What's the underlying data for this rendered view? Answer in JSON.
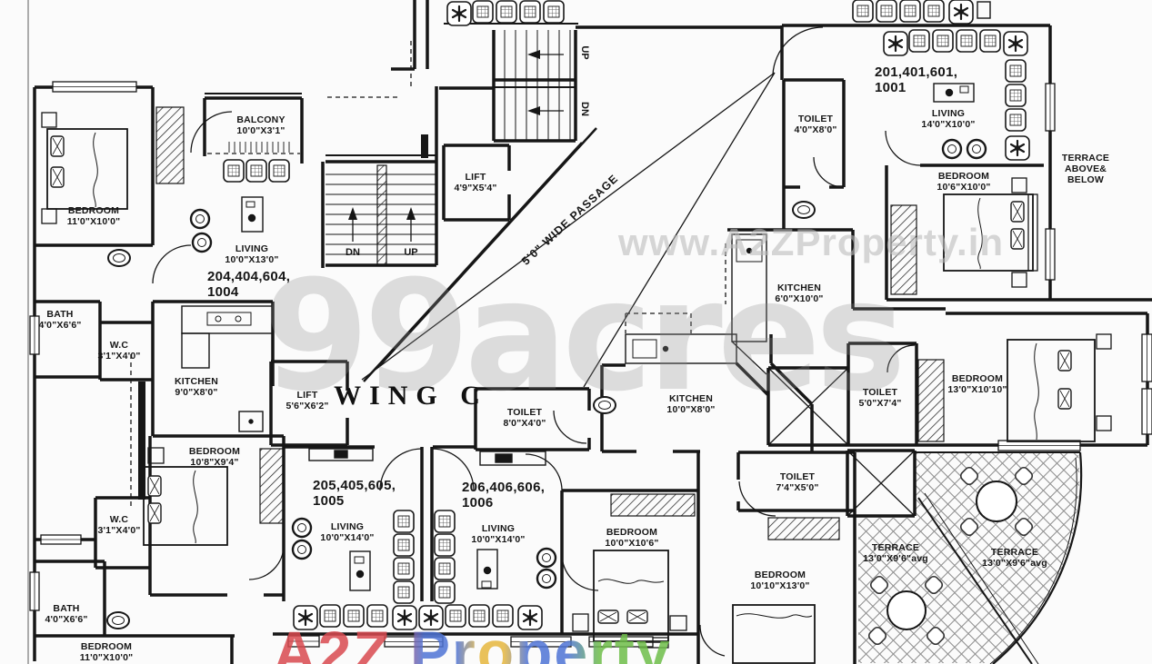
{
  "wing": {
    "label": "WING C"
  },
  "watermarks": {
    "center": "99acres",
    "top_right": "www.A2ZProperty.in",
    "bottom": "A2Z Property"
  },
  "passage": {
    "label": "5'0\" WIDE PASSAGE"
  },
  "stairs": {
    "dn": "DN",
    "up": "UP",
    "top_up": "UP",
    "top_dn": "DN"
  },
  "icons": {
    "flower_table": "✳",
    "stool": "○",
    "wc_pot": "⬭"
  },
  "units": {
    "u1001": {
      "numbers": "201,401,601,",
      "series": "1001"
    },
    "u1004": {
      "numbers": "204,404,604,",
      "series": "1004"
    },
    "u1005": {
      "numbers": "205,405,605,",
      "series": "1005"
    },
    "u1006": {
      "numbers": "206,406,606,",
      "series": "1006"
    }
  },
  "rooms": {
    "bedroom_tl": {
      "name": "BEDROOM",
      "dims": "11'0\"X10'0\""
    },
    "balcony": {
      "name": "BALCONY",
      "dims": "10'0\"X3'1\""
    },
    "living_1004": {
      "name": "LIVING",
      "dims": "10'0\"X13'0\""
    },
    "bath_tl": {
      "name": "BATH",
      "dims": "4'0\"X6'6\""
    },
    "wc_tl": {
      "name": "W.C",
      "dims": "3'1\"X4'0\""
    },
    "kitchen_tl": {
      "name": "KITCHEN",
      "dims": "9'0\"X8'0\""
    },
    "bedroom_ml": {
      "name": "BEDROOM",
      "dims": "10'8\"X9'4\""
    },
    "wc_bl": {
      "name": "W.C",
      "dims": "3'1\"X4'0\""
    },
    "bath_bl": {
      "name": "BATH",
      "dims": "4'0\"X6'6\""
    },
    "bedroom_bl": {
      "name": "BEDROOM",
      "dims": "11'0\"X10'0\""
    },
    "lift_main": {
      "name": "LIFT",
      "dims": "4'9\"X5'4\""
    },
    "lift_2": {
      "name": "LIFT",
      "dims": "5'6\"X6'2\""
    },
    "toilet_center": {
      "name": "TOILET",
      "dims": "8'0\"X4'0\""
    },
    "toilet_tr": {
      "name": "TOILET",
      "dims": "4'0\"X8'0\""
    },
    "living_1001": {
      "name": "LIVING",
      "dims": "14'0\"X10'0\""
    },
    "bedroom_tr": {
      "name": "BEDROOM",
      "dims": "10'6\"X10'0\""
    },
    "terrace_side": {
      "line1": "TERRACE",
      "line2": "ABOVE&",
      "line3": "BELOW"
    },
    "kitchen_1001": {
      "name": "KITCHEN",
      "dims": "6'0\"X10'0\""
    },
    "bedroom_r": {
      "name": "BEDROOM",
      "dims": "13'0\"X10'10\""
    },
    "toilet_r": {
      "name": "TOILET",
      "dims": "5'0\"X7'4\""
    },
    "kitchen_1006": {
      "name": "KITCHEN",
      "dims": "10'0\"X8'0\""
    },
    "living_1005": {
      "name": "LIVING",
      "dims": "10'0\"X14'0\""
    },
    "living_1006": {
      "name": "LIVING",
      "dims": "10'0\"X14'0\""
    },
    "bedroom_bc": {
      "name": "BEDROOM",
      "dims": "10'0\"X10'6\""
    },
    "toilet_br": {
      "name": "TOILET",
      "dims": "7'4\"X5'0\""
    },
    "bedroom_b": {
      "name": "BEDROOM",
      "dims": "10'10\"X13'0\""
    },
    "terrace_1": {
      "name": "TERRACE",
      "dims": "13'0\"X9'6\"avg"
    },
    "terrace_2": {
      "name": "TERRACE",
      "dims": "13'0\"X9'6\"avg"
    }
  }
}
